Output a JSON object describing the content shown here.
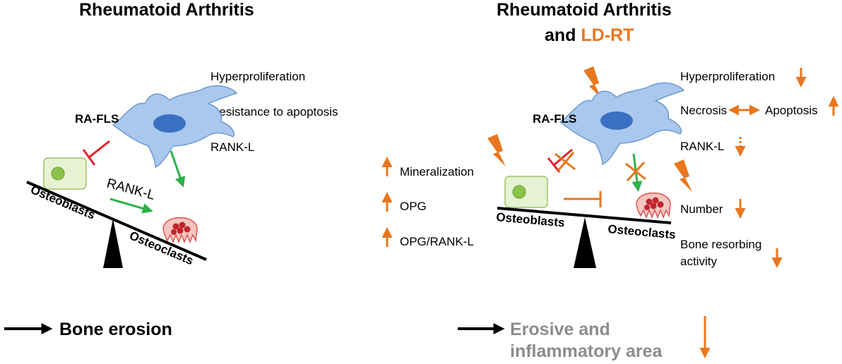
{
  "left": {
    "title": "Rheumatoid Arthritis",
    "cell_label": "RA-FLS",
    "effects": [
      "Hyperproliferation",
      "Resistance to apoptosis",
      "RANK-L"
    ],
    "rankl_label": "RANK-L",
    "osteoblasts_label": "Osteoblasts",
    "osteoclasts_label": "Osteoclasts",
    "outcome": "Bone erosion"
  },
  "right": {
    "title_line1": "Rheumatoid Arthritis",
    "title_line2_prefix": "and ",
    "title_line2_highlight": "LD-RT",
    "cell_label": "RA-FLS",
    "effects": {
      "hyperproliferation": "Hyperproliferation",
      "necrosis": "Necrosis",
      "apoptosis": "Apoptosis",
      "rankl": "RANK-L",
      "number": "Number",
      "bone_resorbing_line1": "Bone resorbing",
      "bone_resorbing_line2": "activity"
    },
    "osteoblast_effects": [
      "Mineralization",
      "OPG",
      "OPG/RANK-L"
    ],
    "osteoblasts_label": "Osteoblasts",
    "osteoclasts_label": "Osteoclasts",
    "outcome_line1": "Erosive and",
    "outcome_line2": "inflammatory area"
  },
  "colors": {
    "orange": "#E8761E",
    "green": "#2DB14A",
    "red": "#E8202A",
    "cell_blue": "#A9C8EE",
    "nucleus_blue": "#3A6FC4",
    "osteoblast_green": "#E6F2D2",
    "osteoclast_pink": "#F7C5C0",
    "grey_text": "#8C8C8C"
  },
  "icons": [
    "fibroblast-cell-icon",
    "osteoblast-cell-icon",
    "osteoclast-cell-icon",
    "lightning-bolt-icon",
    "seesaw-fulcrum-icon"
  ]
}
